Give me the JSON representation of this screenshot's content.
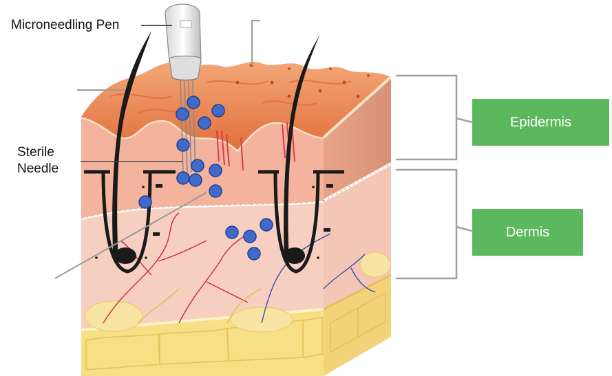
{
  "labels": {
    "pen": "Microneedling Pen",
    "needle_line1": "Sterile",
    "needle_line2": "Needle"
  },
  "layers": {
    "epidermis": "Epidermis",
    "dermis": "Dermis"
  },
  "colors": {
    "label_box": "#5cb85c",
    "particles": "#3f6fc4",
    "hair": "#1a1a1a",
    "skin_surface": "#e9824f",
    "dermis": "#f6c7b9",
    "fat": "#f7de8a",
    "leader_lines": "#999999"
  }
}
